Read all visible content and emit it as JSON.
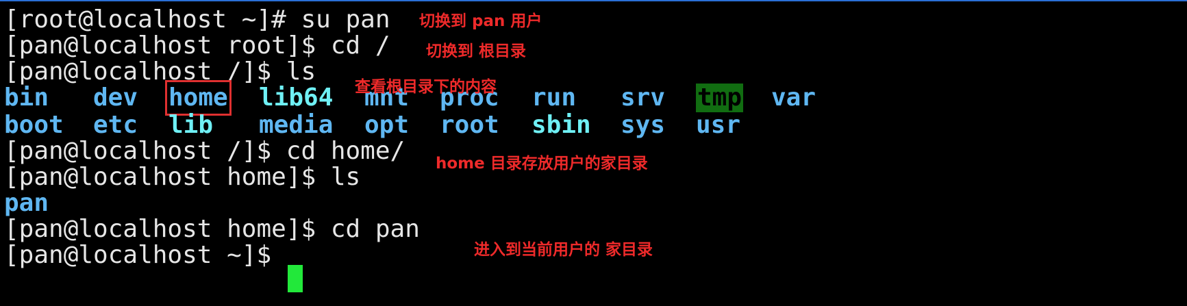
{
  "terminal": {
    "lines": [
      "[root@localhost ~]# su pan",
      "[pan@localhost root]$ cd /",
      "[pan@localhost /]$ ls",
      "[pan@localhost /]$ cd home/",
      "[pan@localhost home]$ ls",
      "[pan@localhost home]$ cd pan",
      "[pan@localhost ~]$ "
    ],
    "ls_root_row1": [
      "bin",
      "dev",
      "home",
      "lib64",
      "mnt",
      "proc",
      "run",
      "srv",
      "tmp",
      "var"
    ],
    "ls_root_row2": [
      "boot",
      "etc",
      "lib",
      "media",
      "opt",
      "root",
      "sbin",
      "sys",
      "usr"
    ],
    "ls_home": [
      "pan"
    ]
  },
  "annotations": [
    "切换到 pan 用户",
    "切换到 根目录",
    "查看根目录下的内容",
    "home 目录存放用户的家目录",
    "进入到当前用户的 家目录"
  ],
  "colors": {
    "background": "#000000",
    "text": "#e6e6e6",
    "directory_blue": "#5fb7f2",
    "symlink_cyan": "#6ff0f5",
    "tmp_highlight_bg": "#116d11",
    "annotation_red": "#ee2a2a",
    "cursor_green": "#22e83a",
    "top_border_blue": "#2a6fd6"
  }
}
